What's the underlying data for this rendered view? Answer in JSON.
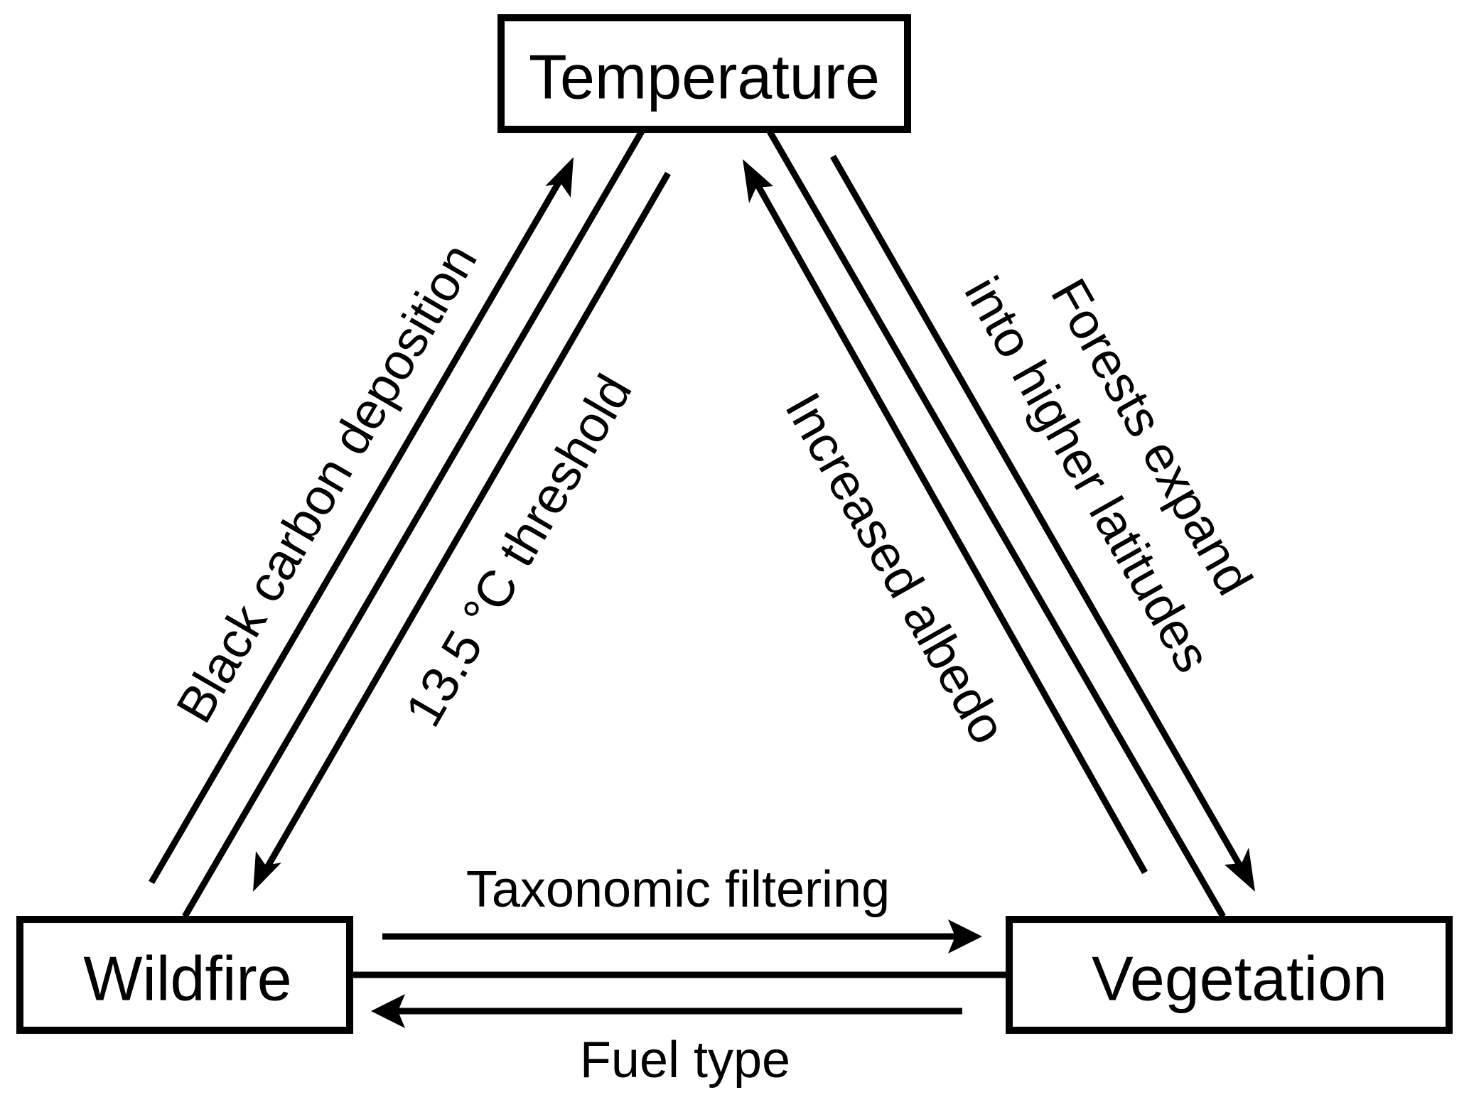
{
  "diagram": {
    "type": "feedback-triangle",
    "nodes": [
      {
        "id": "temperature",
        "label": "Temperature"
      },
      {
        "id": "wildfire",
        "label": "Wildfire"
      },
      {
        "id": "vegetation",
        "label": "Vegetation"
      }
    ],
    "edges": [
      {
        "id": "black-carbon",
        "from": "wildfire",
        "to": "temperature",
        "label": "Black carbon deposition"
      },
      {
        "id": "threshold",
        "from": "temperature",
        "to": "wildfire",
        "label": "13.5 °C threshold"
      },
      {
        "id": "albedo",
        "from": "vegetation",
        "to": "temperature",
        "label": "Increased albedo"
      },
      {
        "id": "forests",
        "from": "temperature",
        "to": "vegetation",
        "label_line1": "Forests expand",
        "label_line2": "into higher latitudes"
      },
      {
        "id": "taxonomic",
        "from": "wildfire",
        "to": "vegetation",
        "label": "Taxonomic filtering"
      },
      {
        "id": "fuel",
        "from": "vegetation",
        "to": "wildfire",
        "label": "Fuel type"
      }
    ],
    "colors": {
      "stroke": "#000000",
      "background": "#ffffff"
    }
  }
}
